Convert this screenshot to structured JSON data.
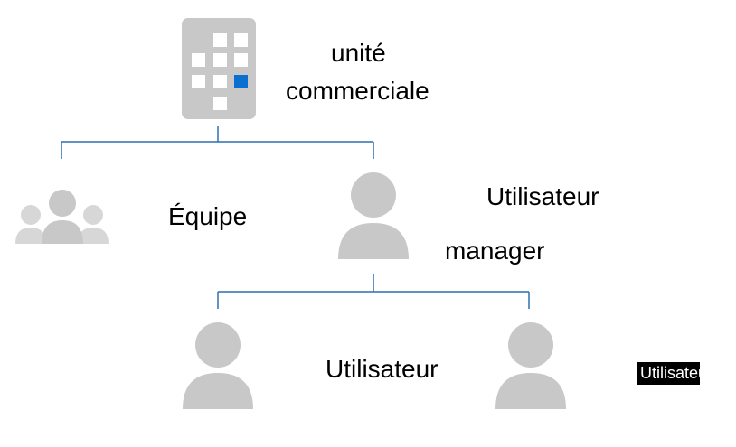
{
  "colors": {
    "icon_gray": "#c8c8c8",
    "icon_gray_light": "#d7d7d7",
    "connector_blue": "#2f6fae",
    "accent_blue": "#0b6fd0"
  },
  "nodes": {
    "business_unit": {
      "label_line1": "unité",
      "label_line2": "commerciale",
      "icon": "building-icon"
    },
    "team": {
      "label": "Équipe",
      "icon": "team-icon"
    },
    "manager": {
      "label_line1": "Utilisateur",
      "label_line2": "manager",
      "icon": "user-icon"
    },
    "user_left": {
      "label": "Utilisateur",
      "icon": "user-icon"
    },
    "user_right": {
      "label": "Utilisateur",
      "icon": "user-icon"
    }
  }
}
